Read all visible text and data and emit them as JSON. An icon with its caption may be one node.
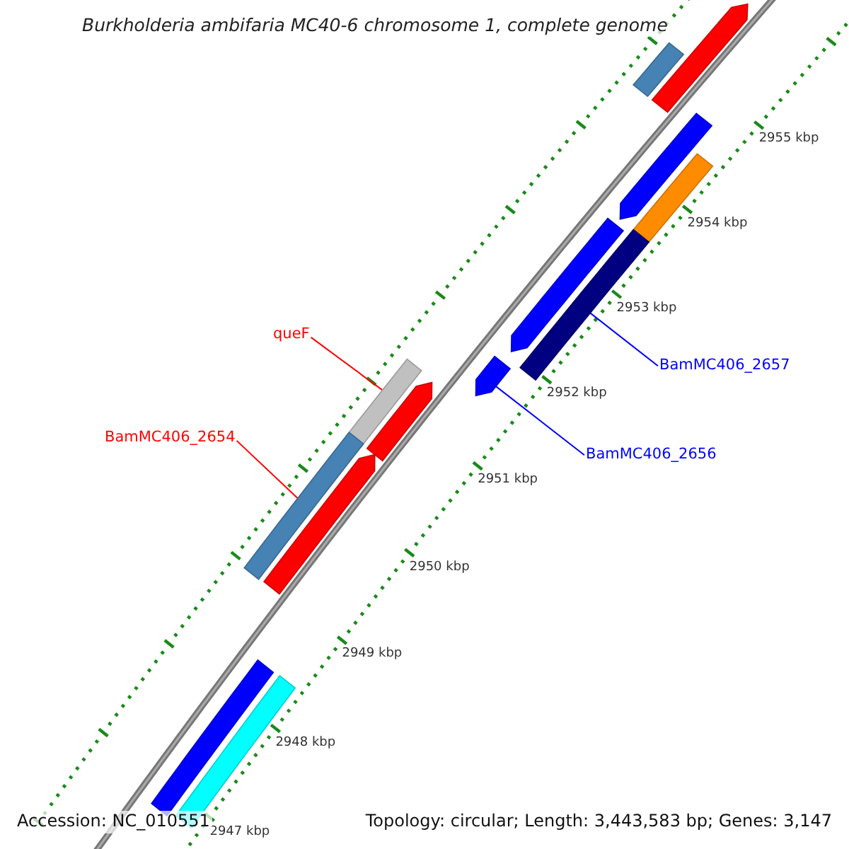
{
  "diagram": {
    "title": "Burkholderia ambifaria MC40-6 chromosome 1, complete genome",
    "nodes": [
      {
        "text": [],
        "shape": "bar"
      },
      {
        "text": [],
        "shape": "arrow"
      },
      {
        "text": [],
        "shape": "arrow"
      },
      {
        "text": [],
        "shape": "bar"
      },
      {
        "text": [],
        "shape": "arrow"
      },
      {
        "text": [],
        "shape": "bar"
      },
      {
        "text": [
          "queF"
        ]
      },
      {
        "text": [],
        "shape": "bar"
      },
      {
        "text": [
          "BamMC406_2657"
        ]
      },
      {
        "text": [],
        "shape": "arrow"
      },
      {
        "text": [
          "BamMC406_2654"
        ]
      },
      {
        "text": [],
        "shape": "bar"
      },
      {
        "text": [],
        "shape": "arrow"
      },
      {
        "text": [
          "BamMC406_2656"
        ]
      },
      {
        "text": [],
        "shape": "arrow"
      },
      {
        "text": [],
        "shape": "bar"
      },
      {
        "text": [],
        "shape": "bar"
      }
    ],
    "edges": [
      {
        "from": 6,
        "to": 7,
        "arrow": "none",
        "color": "#ff0000"
      },
      {
        "from": 8,
        "to": 5,
        "arrow": "none",
        "color": "#0000ff"
      },
      {
        "from": 10,
        "to": 11,
        "arrow": "none",
        "color": "#ff0000"
      },
      {
        "from": 13,
        "to": 9,
        "arrow": "none",
        "color": "#0000ff"
      }
    ],
    "labels": [
      "2955 kbp",
      "2954 kbp",
      "2953 kbp",
      "2952 kbp",
      "2951 kbp",
      "2950 kbp",
      "2949 kbp",
      "2948 kbp",
      "2947 kbp",
      "Accession: NC_010551",
      "Topology: circular; Length: 3,443,583 bp; Genes: 3,147"
    ]
  }
}
